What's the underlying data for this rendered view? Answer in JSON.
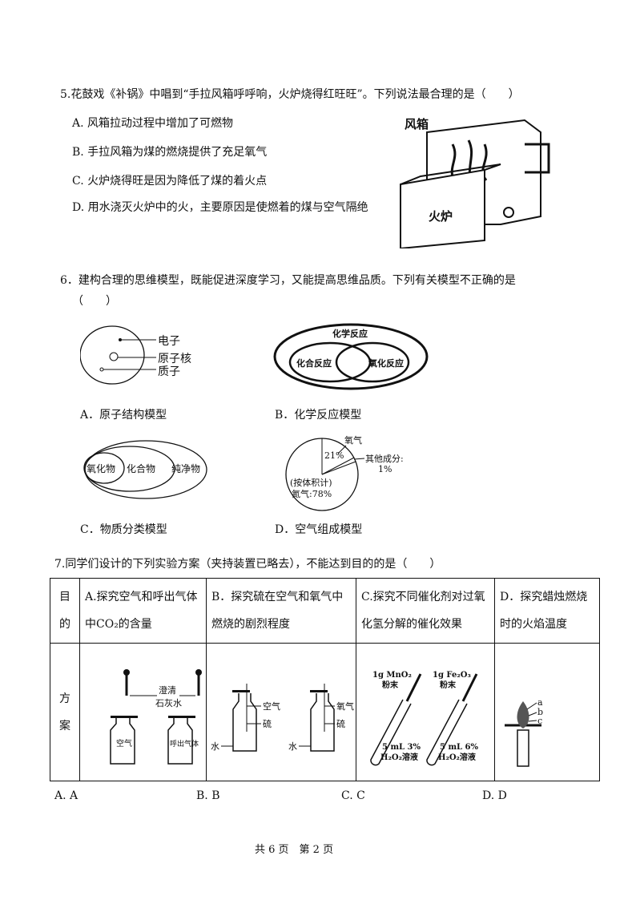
{
  "q5": {
    "stem": "5.花鼓戏《补锅》中唱到“手拉风箱呼呼响，火炉烧得红旺旺”。下列说法最合理的是（　　）",
    "options": [
      "A. 风箱拉动过程中增加了可燃物",
      "B. 手拉风箱为煤的燃烧提供了充足氧气",
      "C. 火炉烧得旺是因为降低了煤的着火点",
      "D. 用水浇灭火炉中的火，主要原因是使燃着的煤与空气隔绝"
    ],
    "figure_labels": {
      "bellows": "风箱",
      "stove": "火炉"
    }
  },
  "q6": {
    "stem": "6．建构合理的思维模型，既能促进深度学习，又能提高思维品质。下列有关模型不正确的是",
    "blank": "（　　）",
    "a": {
      "labels": [
        "电子",
        "原子核",
        "质子"
      ],
      "caption": "A．原子结构模型"
    },
    "b": {
      "labels": [
        "化学反应",
        "化合反应",
        "氧化反应"
      ],
      "caption": "B．化学反应模型"
    },
    "c": {
      "labels": [
        "氧化物",
        "化合物",
        "纯净物"
      ],
      "caption": "C．物质分类模型"
    },
    "d": {
      "labels": [
        "氧气",
        "21%",
        "其他成分:",
        "1%",
        "(按体积计)",
        "氮气:78%"
      ],
      "caption": "D．空气组成模型"
    }
  },
  "q7": {
    "stem": "7.同学们设计的下列实验方案（夹持装置已略去），不能达到目的的是（　　）",
    "row_purpose": "目的",
    "row_plan": "方案",
    "purposes": [
      "A.探究空气和呼出气体中CO₂的含量",
      "B．探究硫在空气和氧气中燃烧的剧烈程度",
      "C.探究不同催化剂对过氧化氢分解的催化效果",
      "D．探究蜡烛燃烧时的火焰温度"
    ],
    "fig_a": [
      "澄清",
      "石灰水",
      "空气",
      "呼出气体"
    ],
    "fig_b": [
      "空气",
      "硫",
      "水",
      "氧气",
      "硫",
      "水"
    ],
    "fig_c": [
      "1g MnO₂",
      "粉末",
      "5 mL 3%",
      "H₂O₂溶液",
      "1g Fe₂O₃",
      "粉末",
      "5 mL 6%",
      "H₂O₂溶液"
    ],
    "fig_d": [
      "a",
      "b",
      "c"
    ],
    "answers": [
      "A. A",
      "B. B",
      "C. C",
      "D. D"
    ]
  },
  "footer": "共 6 页　第 2 页"
}
